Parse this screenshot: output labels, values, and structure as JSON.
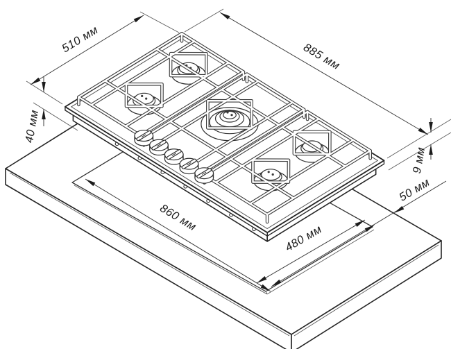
{
  "diagram": {
    "kind": "installation-dimension-drawing",
    "subject": "built-in 5-burner gas hob above worktop cutout",
    "unit": "мм",
    "colors": {
      "background": "#ffffff",
      "line": "#262626",
      "dimension_line": "#3c3c3c",
      "text": "#1c1c1c"
    },
    "hob": {
      "burners": 5,
      "knobs": 5
    },
    "dimensions": {
      "hob_depth": {
        "value": "510",
        "unit": "мм",
        "label": "510 мм"
      },
      "hob_width": {
        "value": "885",
        "unit": "мм",
        "label": "885 мм"
      },
      "side_clearance": {
        "value": "40",
        "unit": "мм",
        "label": "40 мм"
      },
      "rim_height": {
        "value": "9",
        "unit": "мм",
        "label": "9 мм"
      },
      "cutout_width": {
        "value": "860",
        "unit": "мм",
        "label": "860 мм"
      },
      "cutout_depth": {
        "value": "480",
        "unit": "мм",
        "label": "480 мм"
      },
      "front_clearance": {
        "value": "50",
        "unit": "мм",
        "label": "50 мм"
      }
    }
  }
}
